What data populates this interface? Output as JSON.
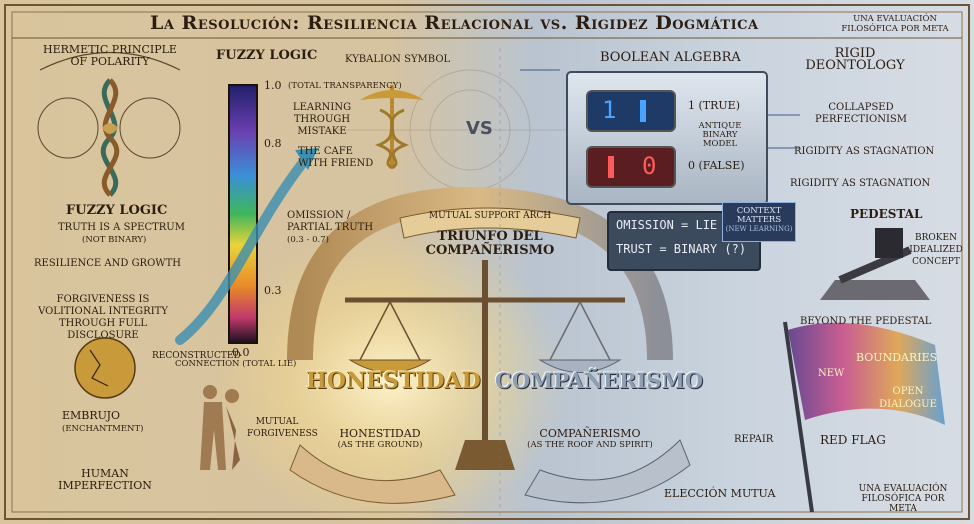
{
  "title": "La Resolución: Resiliencia Relacional vs. Rigidez Dogmática",
  "credit_top": "Una evaluación filosófica por Meta",
  "credit_bottom": "Una evaluación filosófica por Meta",
  "left": {
    "hermetic": "Hermetic Principle of Polarity",
    "fuzzy_heading": "Fuzzy Logic",
    "kybalion": "Kybalion Symbol",
    "scale_max": "1.0",
    "scale_max_note": "(Total Transparency)",
    "tick_08": "0.8",
    "tick_03": "0.3",
    "scale_min": "0.0",
    "scale_min_note": "Connection (Total Lie)",
    "learning": "Learning Through Mistake",
    "cafe": "The Cafe with Friend",
    "omission": "Omission / Partial Truth",
    "omission_range": "(0.3 - 0.7)",
    "fuzzy_logic_label": "Fuzzy Logic",
    "spectrum": "Truth is a Spectrum",
    "not_binary": "(Not Binary)",
    "resilience": "Resilience and Growth",
    "forgiveness": "Forgiveness is Volitional Integrity Through Full Disclosure",
    "reconstructed": "Reconstructed",
    "embrujo": "Embrujo",
    "enchantment": "(Enchantment)",
    "mutual_forgiveness": "Mutual Forgiveness",
    "human_imperfection": "Human Imperfection"
  },
  "center": {
    "vs": "VS",
    "arch_banner": "Mutual Support Arch",
    "triunfo": "Triunfo del Compañerismo",
    "honestidad_big": "Honestidad",
    "companerismo_big": "Compañerismo",
    "honestidad_small": "Honestidad",
    "honestidad_note": "(As the Ground)",
    "companerismo_small": "Compañerismo",
    "companerismo_note": "(As the Roof and Spirit)",
    "eleccion": "Elección Mutua"
  },
  "right": {
    "boolean": "Boolean Algebra",
    "rigid": "Rigid Deontology",
    "bit_one": "1",
    "bit_zero": "0",
    "one_true": "1 (True)",
    "antique_model": "Antique Binary Model",
    "zero_false": "0 (False)",
    "collapsed": "Collapsed Perfectionism",
    "rigidity1": "Rigidity as Stagnation",
    "rigidity2": "Rigidity as Stagnation",
    "omission_lie": "Omission = Lie",
    "trust_binary": "Trust = Binary (?)",
    "context": "Context Matters",
    "new_learning": "(New Learning)",
    "pedestal": "Pedestal",
    "broken": "Broken Idealized Concept",
    "beyond": "Beyond the Pedestal",
    "flag_new": "New",
    "flag_boundaries": "Boundaries",
    "flag_open": "Open",
    "flag_dialogue": "Dialogue",
    "repair": "Repair",
    "red_flag": "Red Flag"
  },
  "colors": {
    "parchment": "#d6c3a0",
    "steel": "#c9d3de",
    "gold": "#c99a3a",
    "silver": "#8fa0b5",
    "ink": "#2b1d10",
    "led_blue": "#4aa3ff",
    "led_red": "#ff5a5a"
  }
}
